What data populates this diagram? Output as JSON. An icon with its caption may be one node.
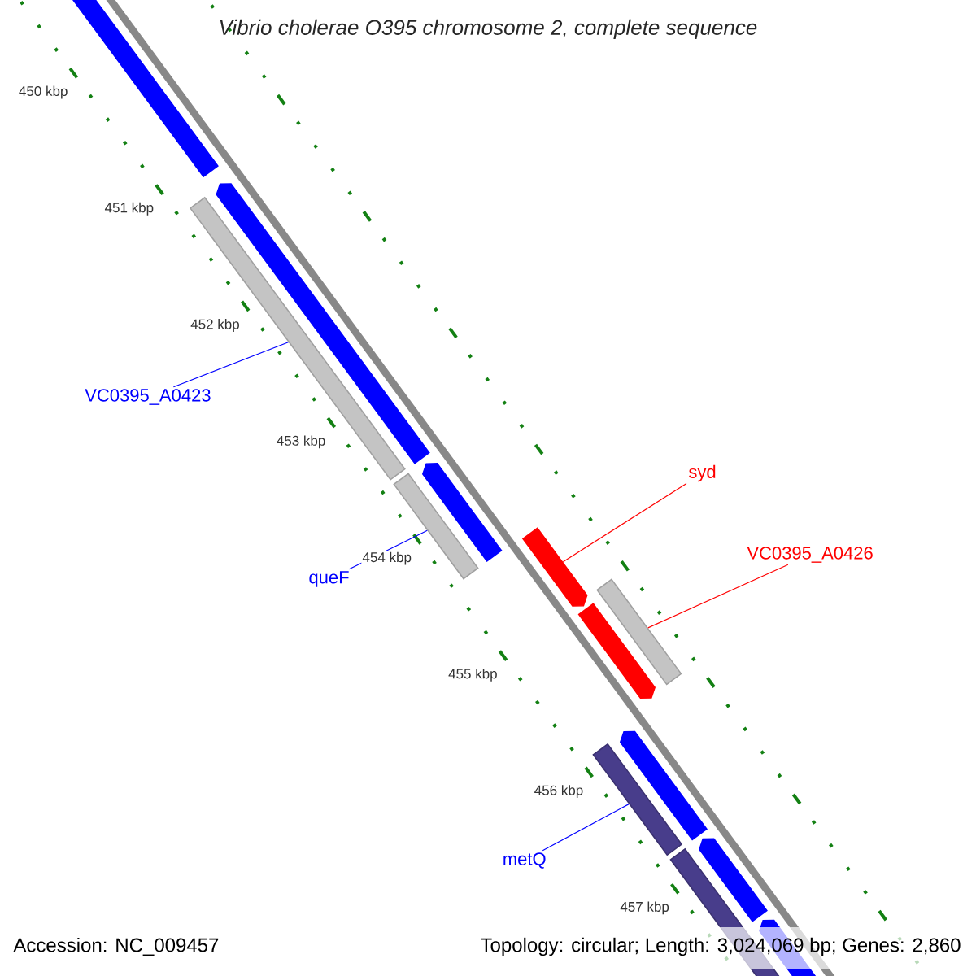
{
  "diagram": {
    "title": "Vibrio cholerae O395 chromosome 2, complete sequence",
    "nodes": [
      {
        "text": [
          "VC0395_A0423"
        ]
      },
      {
        "text": [],
        "shape": "bar"
      },
      {
        "text": [
          "syd"
        ]
      },
      {
        "text": [],
        "shape": "bar"
      },
      {
        "text": [
          "queF"
        ]
      },
      {
        "text": [],
        "shape": "bar"
      },
      {
        "text": [
          "VC0395_A0426"
        ]
      },
      {
        "text": [],
        "shape": "bar"
      },
      {
        "text": [
          "metQ"
        ]
      },
      {
        "text": [],
        "shape": "bar"
      },
      {
        "text": [],
        "shape": "bar"
      }
    ],
    "edges": [
      {
        "from": 0,
        "to": 1,
        "arrow": "none"
      },
      {
        "from": 2,
        "to": 3,
        "arrow": "none",
        "color": "#ff0000"
      },
      {
        "from": 4,
        "to": 5,
        "arrow": "none"
      },
      {
        "from": 6,
        "to": 7,
        "arrow": "none",
        "color": "#ff0000"
      },
      {
        "from": 8,
        "to": 9,
        "arrow": "none"
      }
    ],
    "labels": [
      "450 kbp",
      "451 kbp",
      "452 kbp",
      "453 kbp",
      "454 kbp",
      "455 kbp",
      "456 kbp",
      "457 kbp",
      "Accession: NC_009457",
      "Topology: circular; Length: 3,024,069 bp; Genes: 2,860"
    ]
  }
}
